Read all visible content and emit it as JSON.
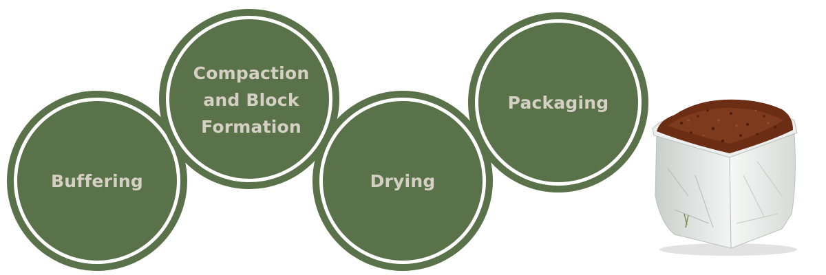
{
  "steps": [
    {
      "label": "Buffering"
    },
    {
      "label": "Compaction\nand Block\nFormation"
    },
    {
      "label": "Drying"
    },
    {
      "label": "Packaging"
    }
  ],
  "colors": {
    "circle_fill": "#5a7249",
    "ring": "#ffffff",
    "label": "#d4d0c3",
    "coir": "#6b2d14",
    "bag": "#e8ebe8"
  },
  "image": {
    "subject": "grow-bag-of-coco-coir"
  }
}
